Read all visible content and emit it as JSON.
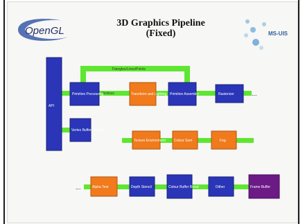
{
  "title_line1": "3D Graphics Pipeline",
  "title_line2": "(Fixed)",
  "logo_text": "OpenGL",
  "right_logo_text": "MS-UIS",
  "colors": {
    "blue": "#2a35b8",
    "orange": "#f07a1c",
    "green": "#5fe630",
    "purple": "#6b1a86",
    "frame": "#1a1a1a"
  },
  "ellipsis": "...",
  "nodes": {
    "api": "API",
    "primitive_processing": "Primitive Processing",
    "vertex_buffer": "Vertex Buffer Objects",
    "transform_lighting": "Transform and Lighting",
    "primitive_assembly": "Primitive Assembly",
    "rasterizer": "Rasterizer",
    "texture_environment": "Texture Environment",
    "colour_sum": "Colour Sum",
    "fog": "Fog",
    "alpha_test": "Alpha Test",
    "depth_stencil": "Depth Stencil",
    "colour_buffer_blend": "Colour Buffer Blend",
    "dither": "Dither",
    "frame_buffer": "Frame Buffer"
  },
  "buses": {
    "triangles": "Triangles/Lines/Points",
    "vertices": "Vertices"
  }
}
